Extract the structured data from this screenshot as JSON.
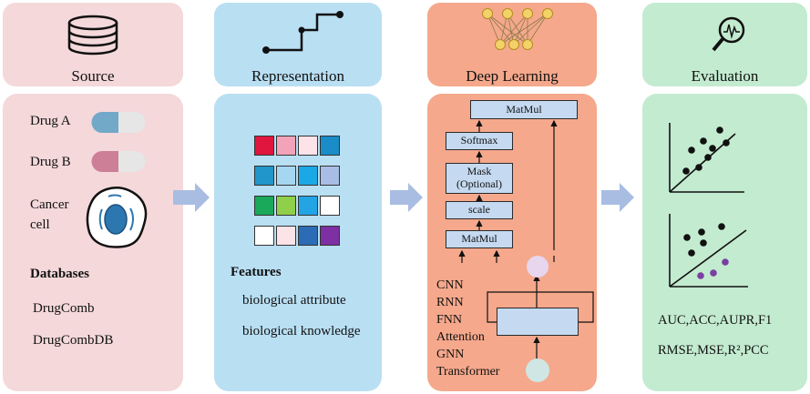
{
  "colors": {
    "source_bg": "#f4d8da",
    "representation_bg": "#b9dff3",
    "deep_learning_bg": "#f5a88b",
    "evaluation_bg": "#c3ebd0",
    "arrow": "#a9bde2",
    "block": "#c5daf1"
  },
  "source": {
    "header": "Source",
    "icon": "database-icon",
    "drugs": [
      {
        "label": "Drug A",
        "icon": "blue-capsule-icon",
        "color": "#72a8c8"
      },
      {
        "label": "Drug B",
        "icon": "pink-capsule-icon",
        "color": "#cd7f97"
      }
    ],
    "cancer_label_line1": "Cancer",
    "cancer_label_line2": "cell",
    "cancer_icon": "cancer-cell-icon",
    "databases_title": "Databases",
    "databases": [
      "DrugComb",
      "DrugCombDB"
    ]
  },
  "representation": {
    "header": "Representation",
    "icon": "step-line-icon",
    "feature_rows": [
      [
        "#e0163e",
        "#f3a3b8",
        "#fbe3e8",
        "#1a8cc7"
      ],
      [
        "#2196c9",
        "#a6d7f2",
        "#1aa9e6",
        "#a8bde6"
      ],
      [
        "#1aa85a",
        "#8fcf4a",
        "#22a4e5",
        "#ffffff"
      ],
      [
        "#ffffff",
        "#fbe3e8",
        "#2c6bb5",
        "#7d2fa3"
      ]
    ],
    "features_title": "Features",
    "features": [
      "biological attribute",
      "biological knowledge"
    ]
  },
  "deep_learning": {
    "header": "Deep Learning",
    "icon": "neural-network-icon",
    "blocks": {
      "matmul_top": "MatMul",
      "softmax": "Softmax",
      "mask_line1": "Mask",
      "mask_line2": "(Optional)",
      "scale": "scale",
      "matmul_bottom": "MatMul"
    },
    "models": [
      "CNN",
      "RNN",
      "FNN",
      "Attention",
      "GNN",
      "Transformer"
    ]
  },
  "evaluation": {
    "header": "Evaluation",
    "icon": "magnifier-chart-icon",
    "metrics_line1": "AUC,ACC,AUPR,F1",
    "metrics_line2": "RMSE,MSE,R²,PCC"
  }
}
